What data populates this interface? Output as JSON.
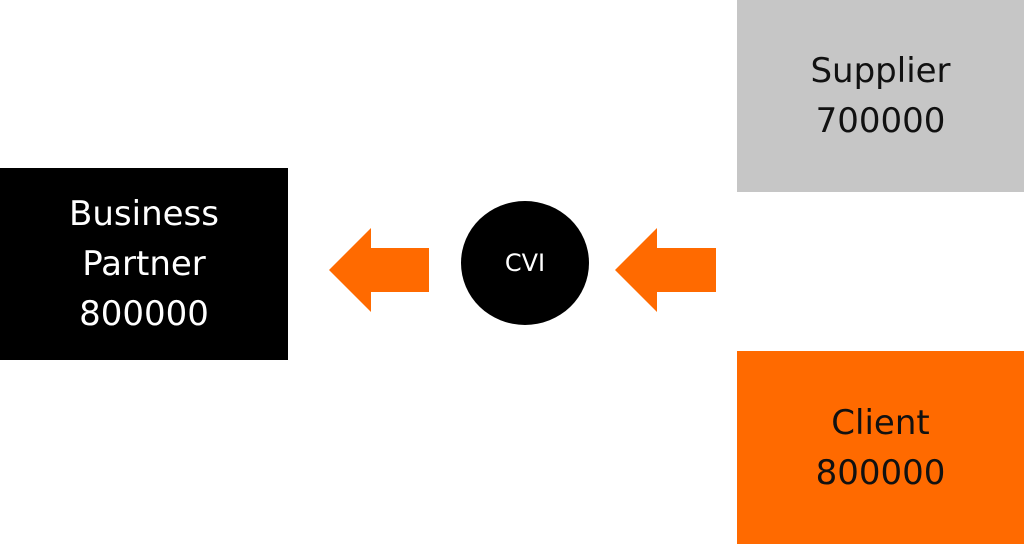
{
  "business_partner": {
    "line1": "Business",
    "line2": "Partner",
    "line3": "800000"
  },
  "cvi": {
    "label": "CVI"
  },
  "supplier": {
    "line1": "Supplier",
    "line2": "700000"
  },
  "client": {
    "line1": "Client",
    "line2": "800000"
  },
  "colors": {
    "accent": "#ff6a00",
    "dark": "#000000",
    "gray": "#c6c6c6"
  }
}
